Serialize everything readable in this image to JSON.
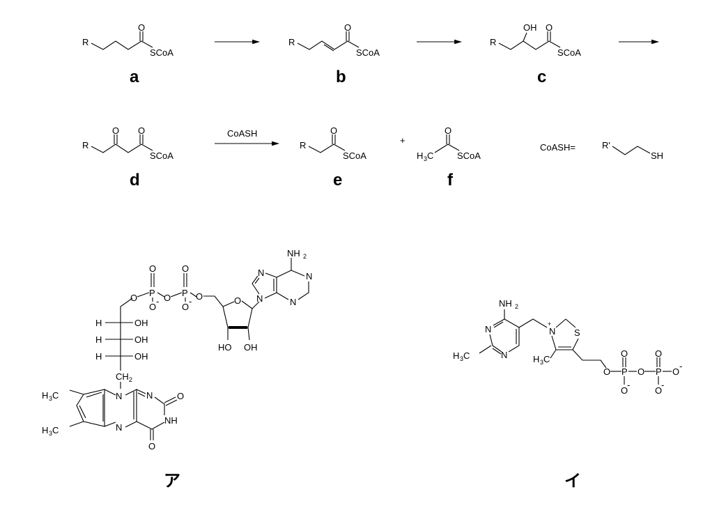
{
  "scheme": {
    "compounds": {
      "a": {
        "label": "a",
        "r": "R",
        "o": "O",
        "sub": "SCoA"
      },
      "b": {
        "label": "b",
        "r": "R",
        "o": "O",
        "sub": "SCoA"
      },
      "c": {
        "label": "c",
        "r": "R",
        "o": "O",
        "oh": "OH",
        "sub": "SCoA"
      },
      "d": {
        "label": "d",
        "r": "R",
        "o": "O",
        "sub": "SCoA"
      },
      "e": {
        "label": "e",
        "r": "R",
        "o": "O",
        "sub": "SCoA"
      },
      "f": {
        "label": "f",
        "h3c": "H",
        "h3c_sub": "3",
        "h3c_c": "C",
        "o": "O",
        "sub": "SCoA"
      }
    },
    "reagent": "CoASH",
    "plus": "+",
    "definition": {
      "label": "CoASH=",
      "r": "R'",
      "sh": "SH"
    }
  },
  "fad": {
    "label": "ア",
    "atoms": {
      "nh2": "NH",
      "two": "2",
      "n": "N",
      "o": "O",
      "p": "P",
      "minus": "-",
      "h": "H",
      "oh": "OH",
      "ho": "HO",
      "ch2": "CH",
      "nh": "NH",
      "h3c": "H",
      "three": "3",
      "c": "C"
    }
  },
  "tpp": {
    "label": "イ",
    "atoms": {
      "nh2": "NH",
      "two": "2",
      "n": "N",
      "plus": "+",
      "s": "S",
      "h": "H",
      "three": "3",
      "c": "C",
      "o": "O",
      "p": "P",
      "minus": "-"
    }
  }
}
